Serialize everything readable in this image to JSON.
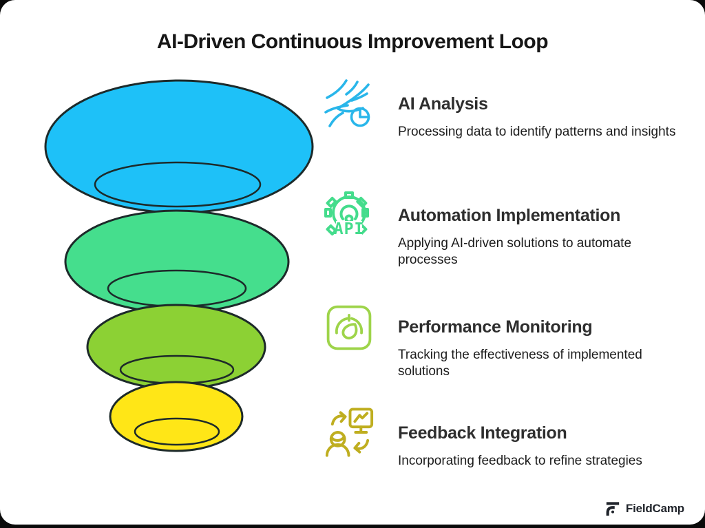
{
  "title": "AI-Driven Continuous Improvement Loop",
  "funnel": {
    "outline_color": "#1d2a2a",
    "levels": [
      {
        "label": "AI Analysis",
        "color": "#1ec1f8"
      },
      {
        "label": "Automation Implementation",
        "color": "#45de8d"
      },
      {
        "label": "Performance Monitoring",
        "color": "#8cd134"
      },
      {
        "label": "Feedback Integration",
        "color": "#ffe617"
      }
    ]
  },
  "steps": [
    {
      "icon": "ai-analysis-icon",
      "icon_color": "#29b6ea",
      "title": "AI Analysis",
      "description": "Processing data to identify patterns and insights"
    },
    {
      "icon": "automation-gear-api-icon",
      "icon_color": "#44dc8c",
      "icon_text": "API",
      "title": "Automation Implementation",
      "description": "Applying AI-driven solutions to automate processes"
    },
    {
      "icon": "performance-gauge-icon",
      "icon_color": "#9ed44a",
      "title": "Performance Monitoring",
      "description": "Tracking the effectiveness of implemented solutions"
    },
    {
      "icon": "feedback-integration-icon",
      "icon_color": "#bfae20",
      "title": "Feedback Integration",
      "description": "Incorporating feedback to refine strategies"
    }
  ],
  "brand": {
    "name": "FieldCamp"
  }
}
